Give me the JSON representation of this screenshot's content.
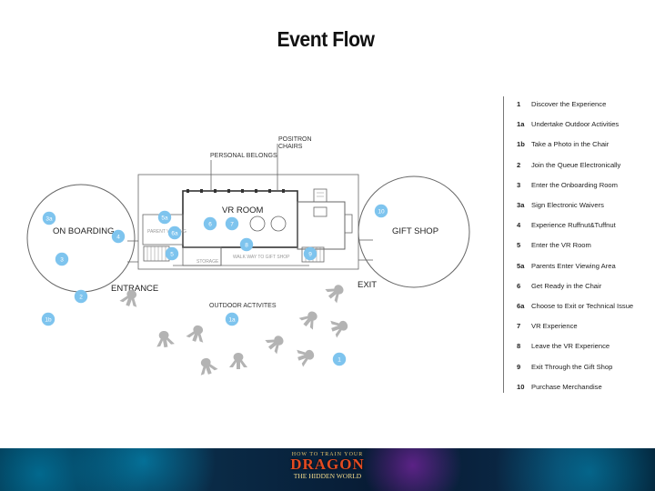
{
  "title": "Event Flow",
  "labels": {
    "on_boarding": "ON BOARDING",
    "gift_shop": "GIFT SHOP",
    "vr_room": "VR ROOM",
    "positron_line1": "POSITRON",
    "positron_line2": "CHAIRS",
    "personal_belongs": "PERSONAL BELONGS",
    "parent_viewing": "PARENT VIEWING",
    "storage": "STORAGE",
    "walkway": "WALK WAY TO GIFT SHOP",
    "entrance": "ENTRANCE",
    "exit": "EXIT",
    "outdoor": "OUTDOOR ACTIVITES"
  },
  "markers": [
    "3a",
    "4",
    "3",
    "2",
    "1b",
    "5a",
    "6a",
    "5",
    "6",
    "7",
    "8",
    "9",
    "10",
    "1a",
    "1"
  ],
  "legend": [
    {
      "num": "1",
      "text": "Discover the Experience"
    },
    {
      "num": "1a",
      "text": "Undertake Outdoor Activities"
    },
    {
      "num": "1b",
      "text": "Take a Photo in the Chair"
    },
    {
      "num": "2",
      "text": "Join the Queue Electronically"
    },
    {
      "num": "3",
      "text": "Enter the Onboarding Room"
    },
    {
      "num": "3a",
      "text": "Sign Electronic Waivers"
    },
    {
      "num": "4",
      "text": "Experience Ruffnut&Tuffnut"
    },
    {
      "num": "5",
      "text": "Enter the VR Room"
    },
    {
      "num": "5a",
      "text": "Parents Enter Viewing Area"
    },
    {
      "num": "6",
      "text": "Get Ready in the Chair"
    },
    {
      "num": "6a",
      "text": "Choose to Exit or Technical Issue"
    },
    {
      "num": "7",
      "text": "VR Experience"
    },
    {
      "num": "8",
      "text": "Leave the VR Experience"
    },
    {
      "num": "9",
      "text": "Exit Through the Gift Shop"
    },
    {
      "num": "10",
      "text": "Purchase Merchandise"
    }
  ],
  "banner": {
    "logo_top": "HOW TO TRAIN YOUR",
    "logo_main": "DRAGON",
    "logo_bottom": "THE HIDDEN WORLD"
  },
  "colors": {
    "marker": "#7ec4ee",
    "footprint": "#b3b3b3",
    "line": "#666666"
  }
}
